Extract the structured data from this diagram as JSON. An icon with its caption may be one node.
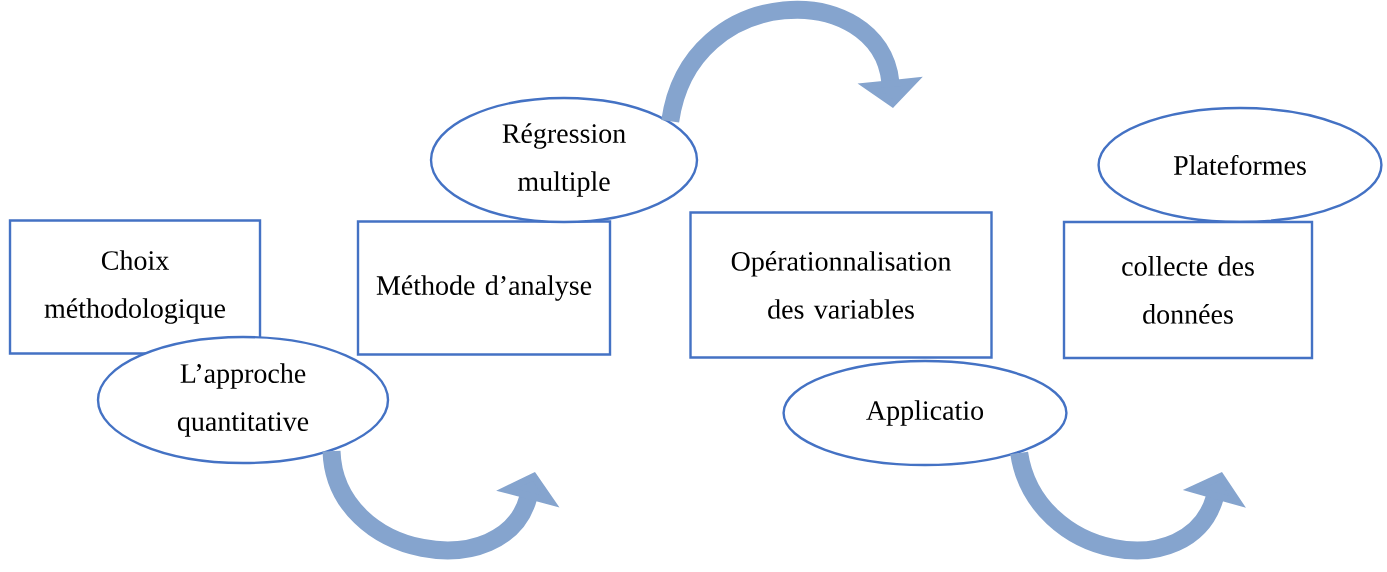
{
  "diagram": {
    "nodes": [
      {
        "text": [
          "Choix méthodologique"
        ]
      },
      {
        "text": [
          "L’approche quantitative"
        ]
      },
      {
        "text": [
          "Méthode d’analyse"
        ]
      },
      {
        "text": [
          "Régression multiple"
        ]
      },
      {
        "text": [
          "Opérationnalisation des variables"
        ]
      },
      {
        "text": [
          "Applicatio"
        ]
      },
      {
        "text": [
          "Plateformes"
        ]
      },
      {
        "text": [
          "collecte des données"
        ]
      }
    ],
    "edges": [
      {
        "from": 1,
        "to": null,
        "arrow": "to"
      },
      {
        "from": 3,
        "to": null,
        "arrow": "to"
      },
      {
        "from": 5,
        "to": null,
        "arrow": "to"
      }
    ]
  }
}
